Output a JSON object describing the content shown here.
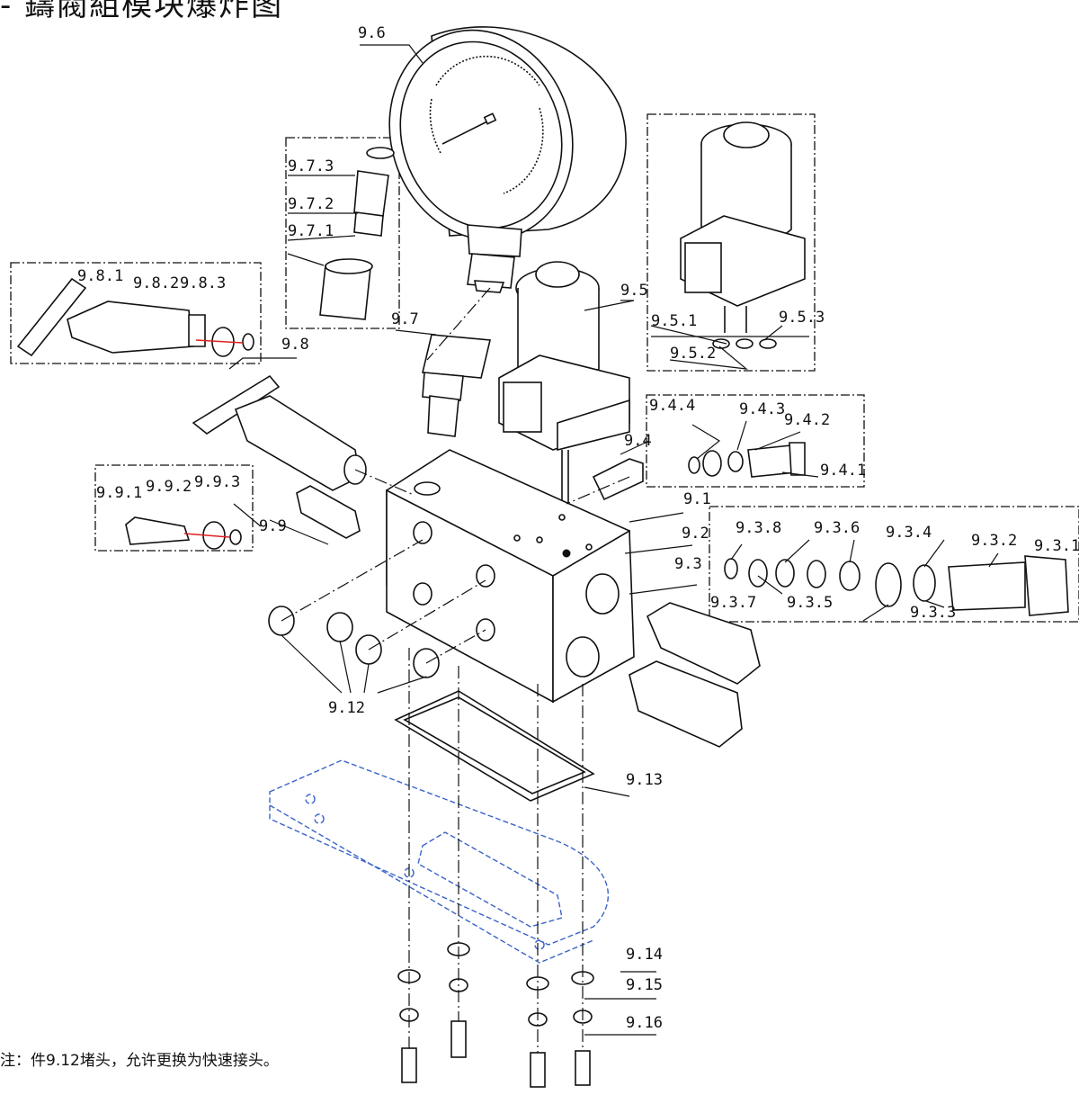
{
  "diagram": {
    "title": "- 鑄閥組模块爆炸图",
    "note": "注：件9.12堵头，允许更换为快速接头。",
    "labels": {
      "l_9_6": "9.6",
      "l_9_7_3": "9.7.3",
      "l_9_7_2": "9.7.2",
      "l_9_7_1": "9.7.1",
      "l_9_7": "9.7",
      "l_9_8_1": "9.8.1",
      "l_9_8_2": "9.8.2",
      "l_9_8_3": "9.8.3",
      "l_9_8": "9.8",
      "l_9_5": "9.5",
      "l_9_5_1": "9.5.1",
      "l_9_5_2": "9.5.2",
      "l_9_5_3": "9.5.3",
      "l_9_4_4": "9.4.4",
      "l_9_4_3": "9.4.3",
      "l_9_4_2": "9.4.2",
      "l_9_4_1": "9.4.1",
      "l_9_4": "9.4",
      "l_9_1": "9.1",
      "l_9_2": "9.2",
      "l_9_3": "9.3",
      "l_9_3_8": "9.3.8",
      "l_9_3_6": "9.3.6",
      "l_9_3_4": "9.3.4",
      "l_9_3_2": "9.3.2",
      "l_9_3_1": "9.3.1",
      "l_9_3_7": "9.3.7",
      "l_9_3_5": "9.3.5",
      "l_9_3_3": "9.3.3",
      "l_9_9_1": "9.9.1",
      "l_9_9_2": "9.9.2",
      "l_9_9_3": "9.9.3",
      "l_9_9": "9.9",
      "l_9_12": "9.12",
      "l_9_13": "9.13",
      "l_9_14": "9.14",
      "l_9_15": "9.15",
      "l_9_16": "9.16"
    }
  }
}
